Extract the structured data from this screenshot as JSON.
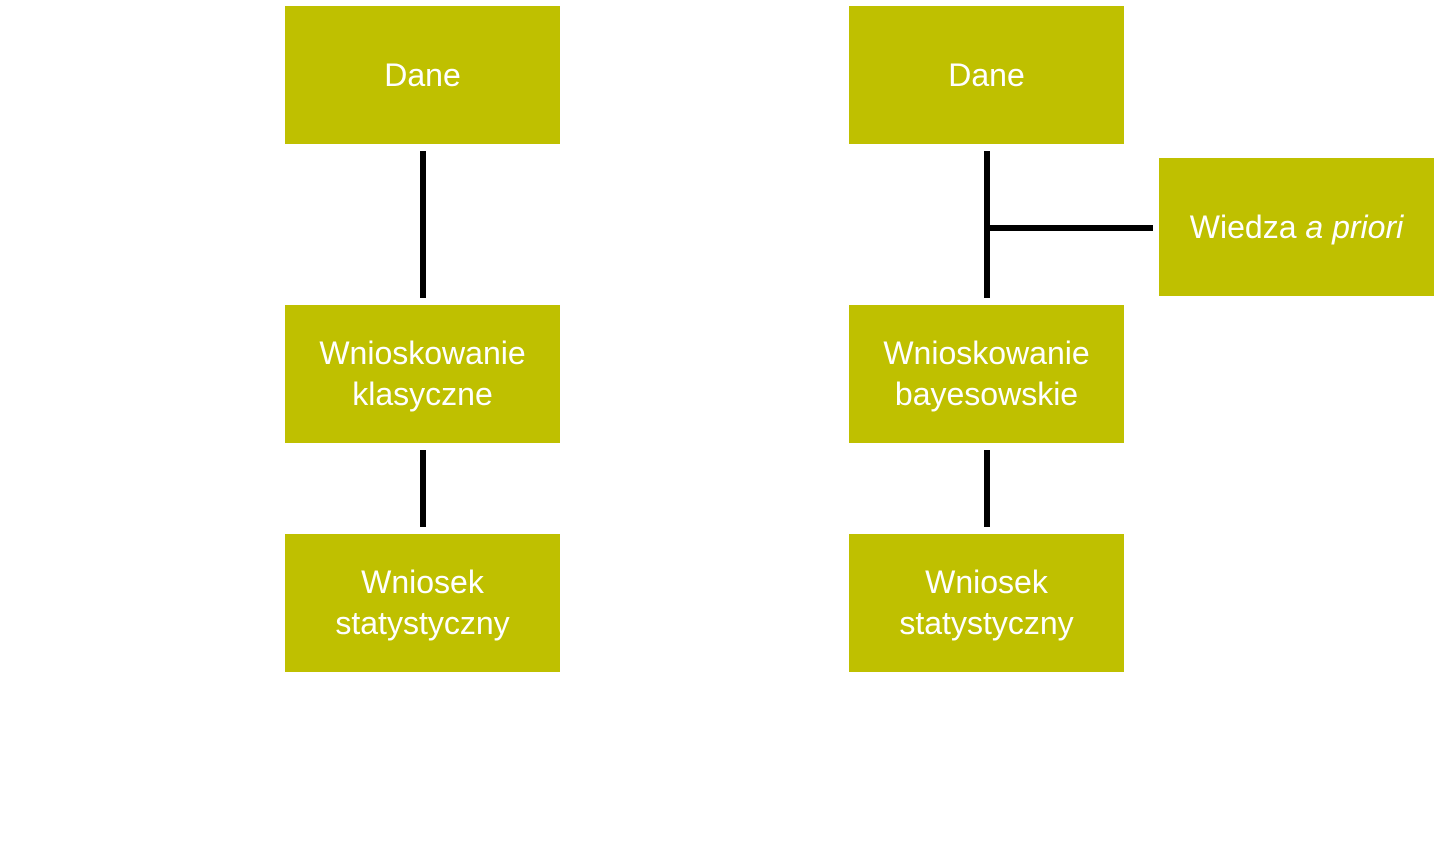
{
  "classical": {
    "data_label": "Dane",
    "inference_line1": "Wnioskowanie",
    "inference_line2": "klasyczne",
    "conclusion_line1": "Wniosek",
    "conclusion_line2": "statystyczny"
  },
  "bayesian": {
    "data_label": "Dane",
    "inference_line1": "Wnioskowanie",
    "inference_line2": "bayesowskie",
    "conclusion_line1": "Wniosek",
    "conclusion_line2": "statystyczny",
    "prior_label": "Wiedza",
    "prior_italic": "a priori"
  },
  "colors": {
    "box_fill": "#bfc000",
    "box_text": "#ffffff",
    "connector": "#000000"
  }
}
